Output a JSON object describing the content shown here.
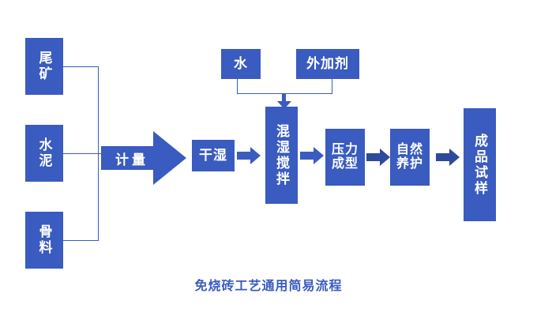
{
  "diagram": {
    "title": "免烧砖工艺通用简易流程",
    "colors": {
      "node_fill": "#3a5bbf",
      "node_text": "#ffffff",
      "connector": "#3a5bbf",
      "caption_text": "#3a5bbf",
      "background": "#ffffff"
    },
    "inputs": [
      {
        "id": "tailings",
        "label": "尾矿"
      },
      {
        "id": "cement",
        "label": "水泥"
      },
      {
        "id": "aggregate",
        "label": "骨料"
      }
    ],
    "additives": [
      {
        "id": "water",
        "label": "水"
      },
      {
        "id": "admixture",
        "label": "外加剂"
      }
    ],
    "process": [
      {
        "id": "metering",
        "label": "计量",
        "shape": "arrow"
      },
      {
        "id": "drywet",
        "label": "干湿",
        "shape": "box"
      },
      {
        "id": "mixing",
        "label": "混湿搅拌",
        "shape": "box-vertical"
      },
      {
        "id": "pressing",
        "label_line1": "压力",
        "label_line2": "成型",
        "shape": "box"
      },
      {
        "id": "curing",
        "label_line1": "自然",
        "label_line2": "养护",
        "shape": "box"
      },
      {
        "id": "product",
        "label": "成品试样",
        "shape": "box-vertical"
      }
    ]
  }
}
